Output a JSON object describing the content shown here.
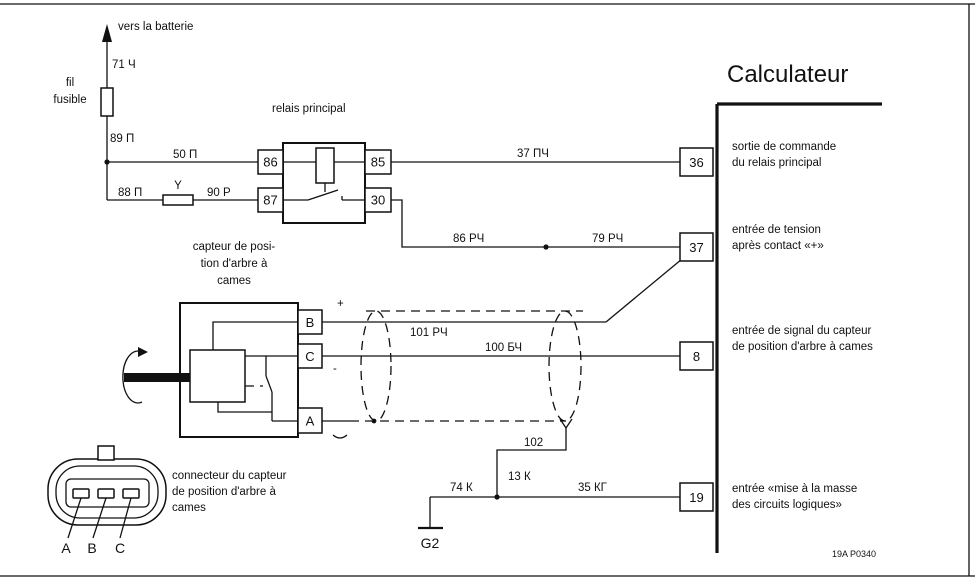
{
  "battery": {
    "direction_label": "vers la batterie",
    "wire_label": "71 Ч"
  },
  "fusible_link": {
    "label_lines": [
      "fil",
      "fusible"
    ],
    "wire_below": "89 П"
  },
  "main_relay": {
    "title": "relais principal",
    "terminals": {
      "t86": "86",
      "t85": "85",
      "t87": "87",
      "t30": "30"
    }
  },
  "relay_feed": {
    "wire_to_86": "50 П",
    "wire_to_fuse": "88 П",
    "fuse_label": "Y",
    "wire_to_87": "90 Р"
  },
  "relay_outputs": {
    "wire_85_to_36": "37 ПЧ",
    "wire_from_30": "86 РЧ",
    "wire_to_37": "79 РЧ"
  },
  "calculator": {
    "title": "Calculateur",
    "pins": [
      {
        "number": "36",
        "description": [
          "sortie de commande",
          "du relais principal"
        ]
      },
      {
        "number": "37",
        "description": [
          "entrée de tension",
          "après contact «+»"
        ]
      },
      {
        "number": "8",
        "description": [
          "entrée de signal du capteur",
          "de position d'arbre à cames"
        ]
      },
      {
        "number": "19",
        "description": [
          "entrée «mise à la masse",
          "des circuits logiques»"
        ]
      }
    ]
  },
  "cam_sensor": {
    "title_lines": [
      "capteur de posi-",
      "tion d'arbre à",
      "cames"
    ],
    "pins": {
      "b": "B",
      "c": "C",
      "a": "A"
    },
    "polarity": {
      "plus": "+",
      "minus": "-"
    }
  },
  "sensor_wires": {
    "wire_b": "101 РЧ",
    "wire_c": "100 БЧ",
    "shield_drain": "102"
  },
  "ground_circuit": {
    "wire_vertical": "13 К",
    "wire_to_ground": "74 К",
    "wire_to_19": "35 КГ",
    "ground_point": "G2"
  },
  "connector": {
    "caption_lines": [
      "connecteur du capteur",
      "de position d'arbre à",
      "cames"
    ],
    "pins": [
      "A",
      "B",
      "C"
    ]
  },
  "figure_ref": "19A P0340"
}
